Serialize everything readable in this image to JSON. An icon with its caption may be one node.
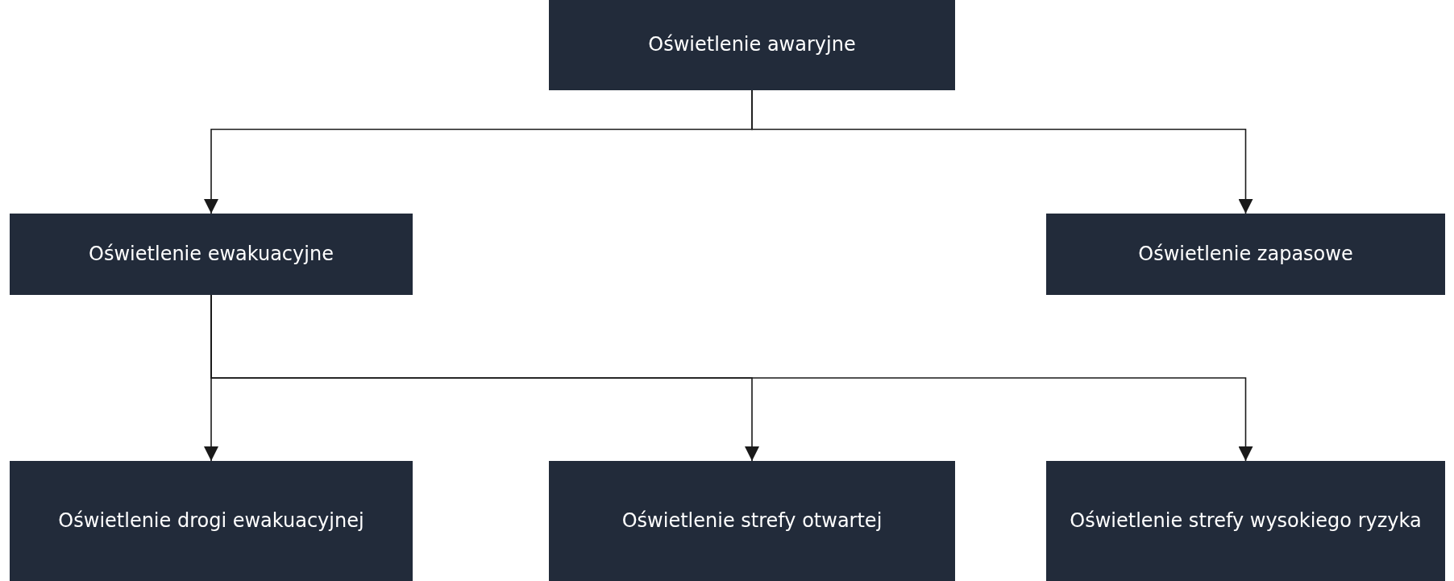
{
  "diagram": {
    "nodes": [
      {
        "text": [
          "Oświetlenie awaryjne"
        ]
      },
      {
        "text": [
          "Oświetlenie ewakuacyjne"
        ]
      },
      {
        "text": [
          "Oświetlenie zapasowe"
        ]
      },
      {
        "text": [
          "Oświetlenie drogi ewakuacyjnej"
        ]
      },
      {
        "text": [
          "Oświetlenie strefy otwartej"
        ]
      },
      {
        "text": [
          "Oświetlenie strefy wysokiego ryzyka"
        ]
      }
    ],
    "edges": [
      {
        "from": 0,
        "to": 1,
        "arrow": "to"
      },
      {
        "from": 0,
        "to": 2,
        "arrow": "to"
      },
      {
        "from": 1,
        "to": 3,
        "arrow": "to"
      },
      {
        "from": 1,
        "to": 4,
        "arrow": "to"
      },
      {
        "from": 1,
        "to": 5,
        "arrow": "to"
      }
    ]
  }
}
